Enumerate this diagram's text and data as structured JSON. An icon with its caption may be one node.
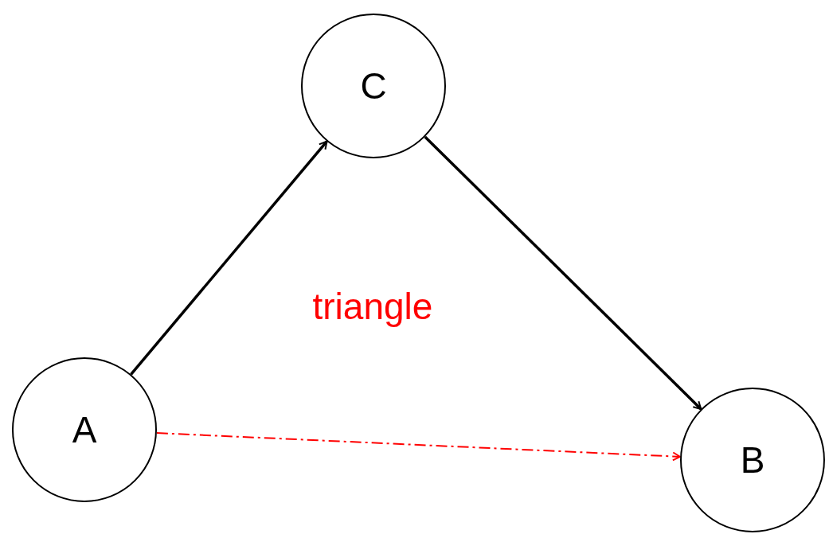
{
  "diagram": {
    "nodes": [
      {
        "text": [
          "C"
        ]
      },
      {
        "text": [
          "A"
        ]
      },
      {
        "text": [
          "B"
        ]
      }
    ],
    "edges": [
      {
        "from": 1,
        "to": 0,
        "arrow": "to"
      },
      {
        "from": 0,
        "to": 2,
        "arrow": "to"
      },
      {
        "from": 1,
        "to": 2,
        "arrow": "to",
        "style": "dashed",
        "color": "#ff0000"
      }
    ],
    "labels": [
      "triangle"
    ]
  }
}
